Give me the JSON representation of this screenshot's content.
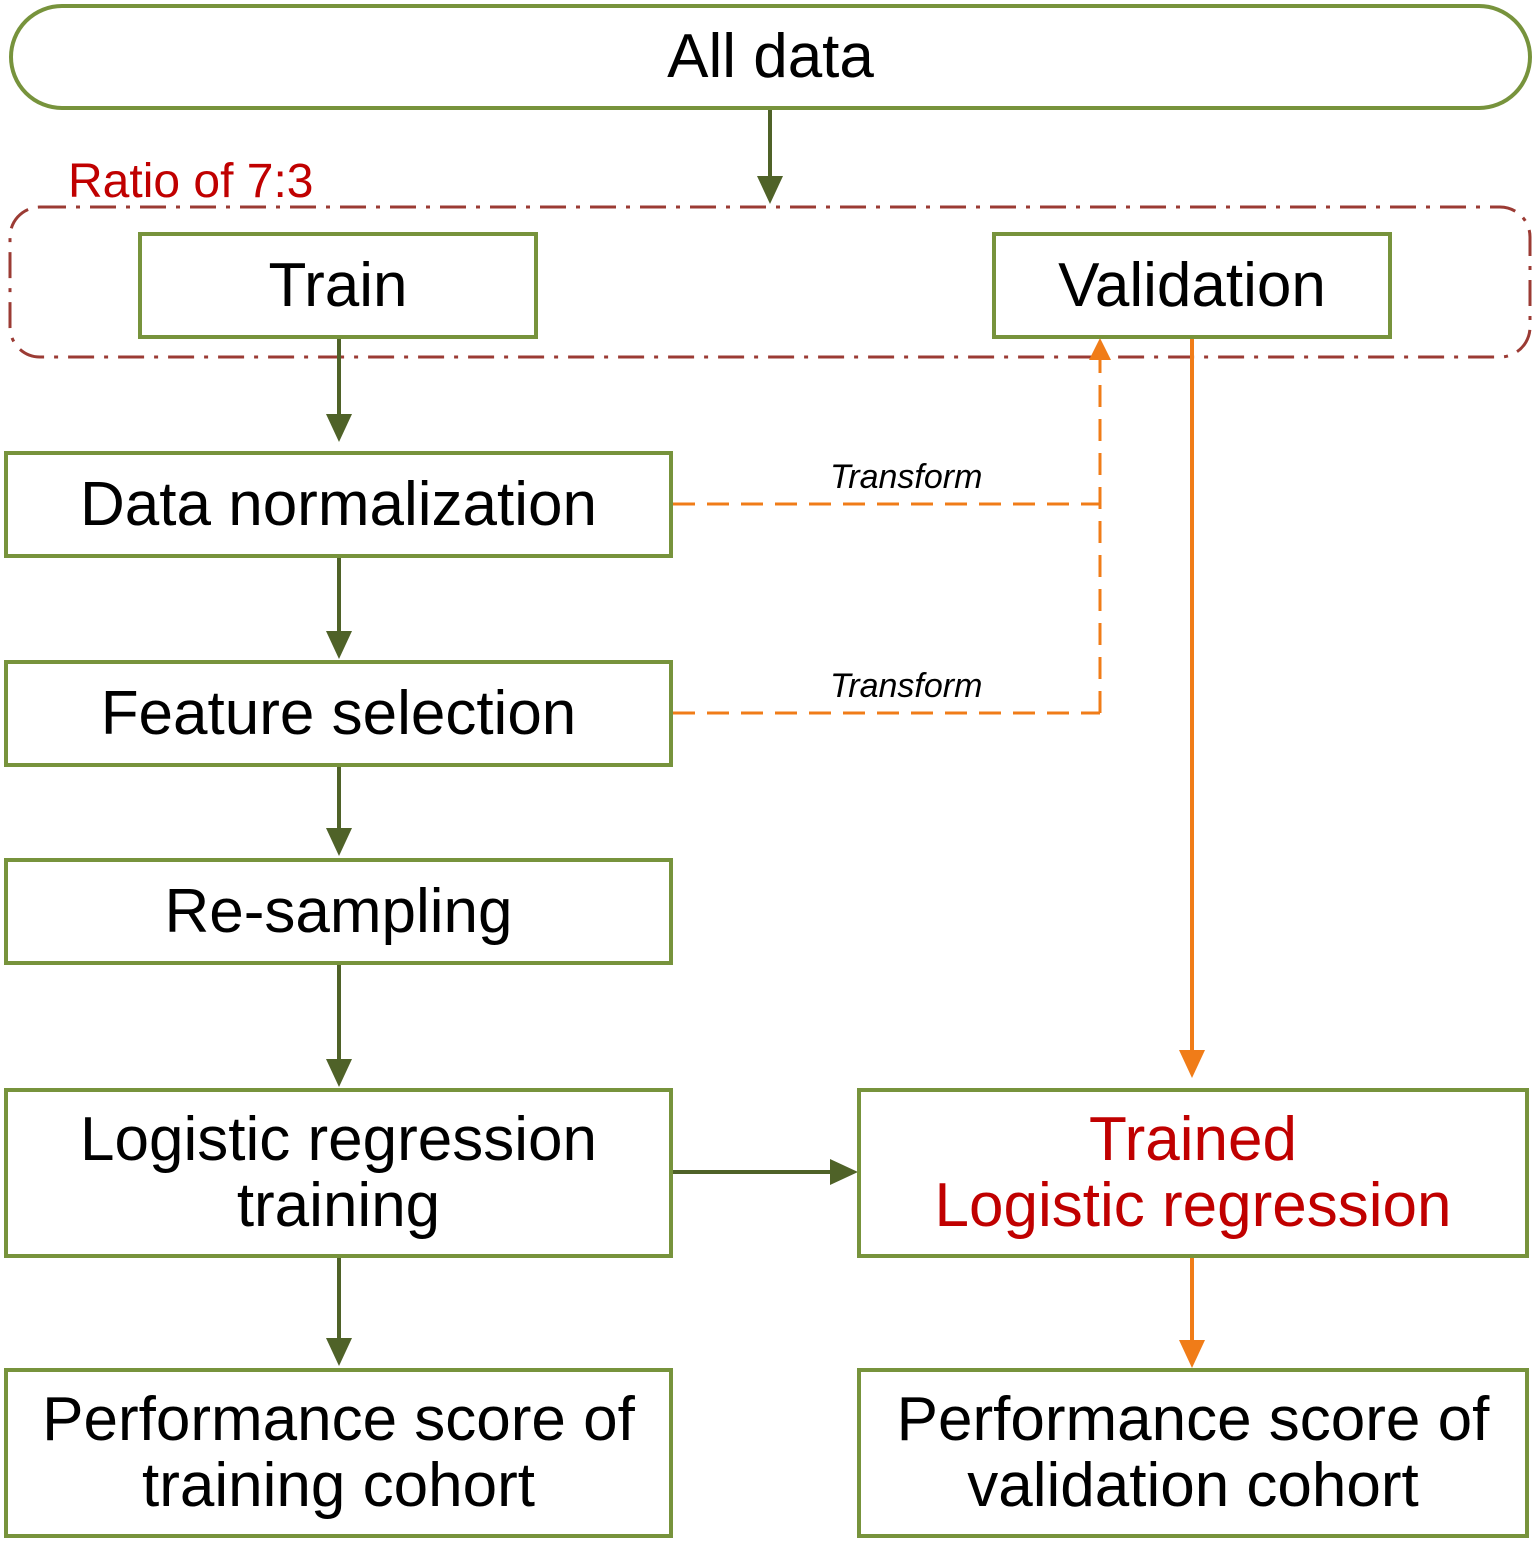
{
  "nodes": {
    "all_data": "All data",
    "train": "Train",
    "validation": "Validation",
    "data_normalization": "Data normalization",
    "feature_selection": "Feature selection",
    "resampling": "Re-sampling",
    "lr_training": {
      "line1": "Logistic regression",
      "line2": "training"
    },
    "trained_lr": {
      "line1": "Trained",
      "line2": "Logistic regression"
    },
    "perf_training": {
      "line1": "Performance score of",
      "line2": "training cohort"
    },
    "perf_validation": {
      "line1": "Performance score of",
      "line2": "validation cohort"
    }
  },
  "annotations": {
    "split_ratio": "Ratio of 7:3",
    "transform_1": "Transform",
    "transform_2": "Transform"
  },
  "colors": {
    "box_border": "#77933c",
    "flow_green": "#4f6228",
    "flow_orange": "#f07c18",
    "split_group": "#9b3b34",
    "highlight_text": "#c00000"
  }
}
